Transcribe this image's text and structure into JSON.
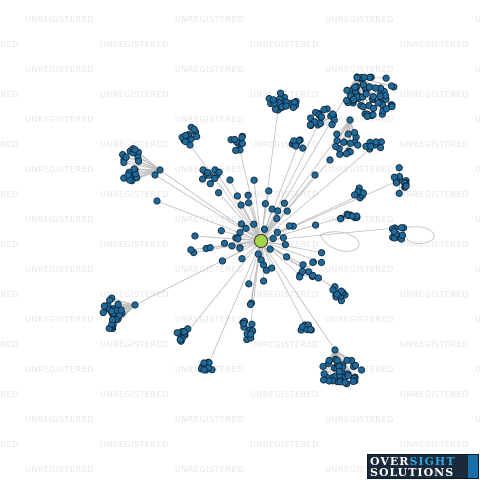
{
  "watermark": {
    "text": "UNREGISTERED"
  },
  "logo": {
    "line1_a": "OVER",
    "line1_b": "SIGHT",
    "line2": "SOLUTIONS"
  },
  "colors": {
    "node": "#1f6a9a",
    "node_stroke": "#0d2233",
    "center": "#a4d64a",
    "edge": "#bdbdbd",
    "background": "#ffffff",
    "watermark": "#e6e6e6"
  },
  "network": {
    "center_node": "highlighted-entity",
    "cluster_count": 22,
    "layout": "radial with dense peripheral clusters"
  }
}
